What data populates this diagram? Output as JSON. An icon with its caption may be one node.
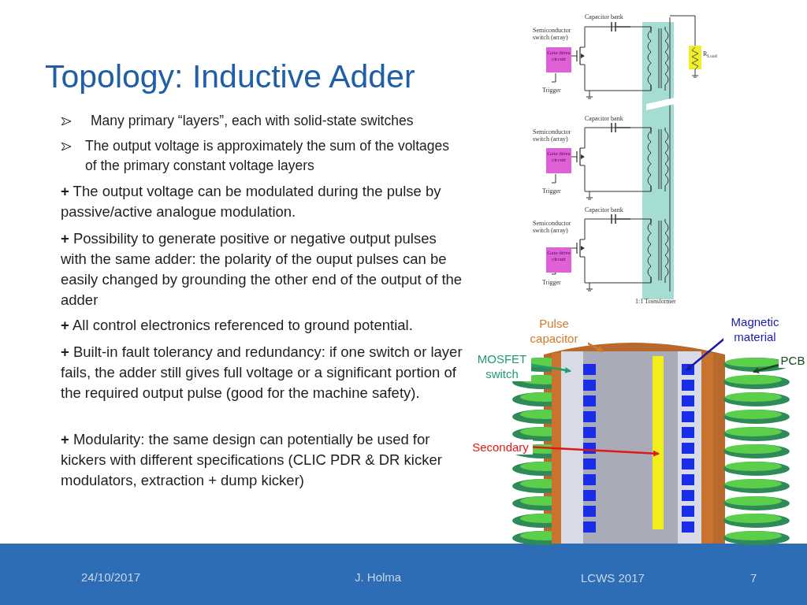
{
  "diagram": {
    "title": "Topology: Inductive Adder",
    "nodes": [
      {
        "text": [
          "Gate drive circuit"
        ]
      },
      {
        "text": [
          "Gate drive circuit"
        ]
      },
      {
        "text": [
          "Gate drive circuit"
        ]
      },
      {
        "text": [
          "Pulse capacitor"
        ]
      },
      {
        "text": [
          "MOSFET switch"
        ]
      },
      {
        "text": [
          "Magnetic material"
        ]
      },
      {
        "text": [
          "PCB"
        ]
      },
      {
        "text": [
          "Secondary"
        ]
      }
    ],
    "edges": [
      {
        "from": 3,
        "to": null,
        "arrow": "to",
        "color": "#d07a2a"
      },
      {
        "from": 4,
        "to": null,
        "arrow": "to",
        "color": "#1f9e70"
      },
      {
        "from": 5,
        "to": null,
        "arrow": "to",
        "color": "#1a1aa8"
      },
      {
        "from": 6,
        "to": null,
        "arrow": "to",
        "color": "#1d4a1d"
      },
      {
        "from": 7,
        "to": null,
        "arrow": "to",
        "color": "#e01818"
      }
    ],
    "labels": [
      "Many primary “layers”, each with solid-state switches",
      "The output voltage is approximately the sum of the voltages of the primary constant voltage layers",
      "**+** The output voltage can be modulated during the pulse by passive/active analogue modulation.",
      "**+** Possibility to generate positive or negative output pulses with the same adder: the polarity of the ouput pulses can be easily changed by grounding the other end of the output of the adder",
      "**+** All control electronics referenced to ground potential.",
      "**+** Built-in fault tolerancy and redundancy: if one switch or layer fails, the adder still gives full voltage or a significant portion of the required output pulse (good for the machine safety).",
      "**+** Modularity: the same design can potentially be used for kickers with different specifications (CLIC PDR & DR kicker modulators, extraction + dump kicker)",
      "Capacitor bank",
      "Semiconductor switch (array)",
      "R$_{Load}$",
      "Trigger",
      "Capacitor bank",
      "Semiconductor switch (array)",
      "Trigger",
      "Capacitor bank",
      "Semiconductor switch (array)",
      "Trigger",
      "1:1 Transformer",
      "24/10/2017",
      "J. Holma",
      "LCWS 2017",
      "7"
    ]
  }
}
